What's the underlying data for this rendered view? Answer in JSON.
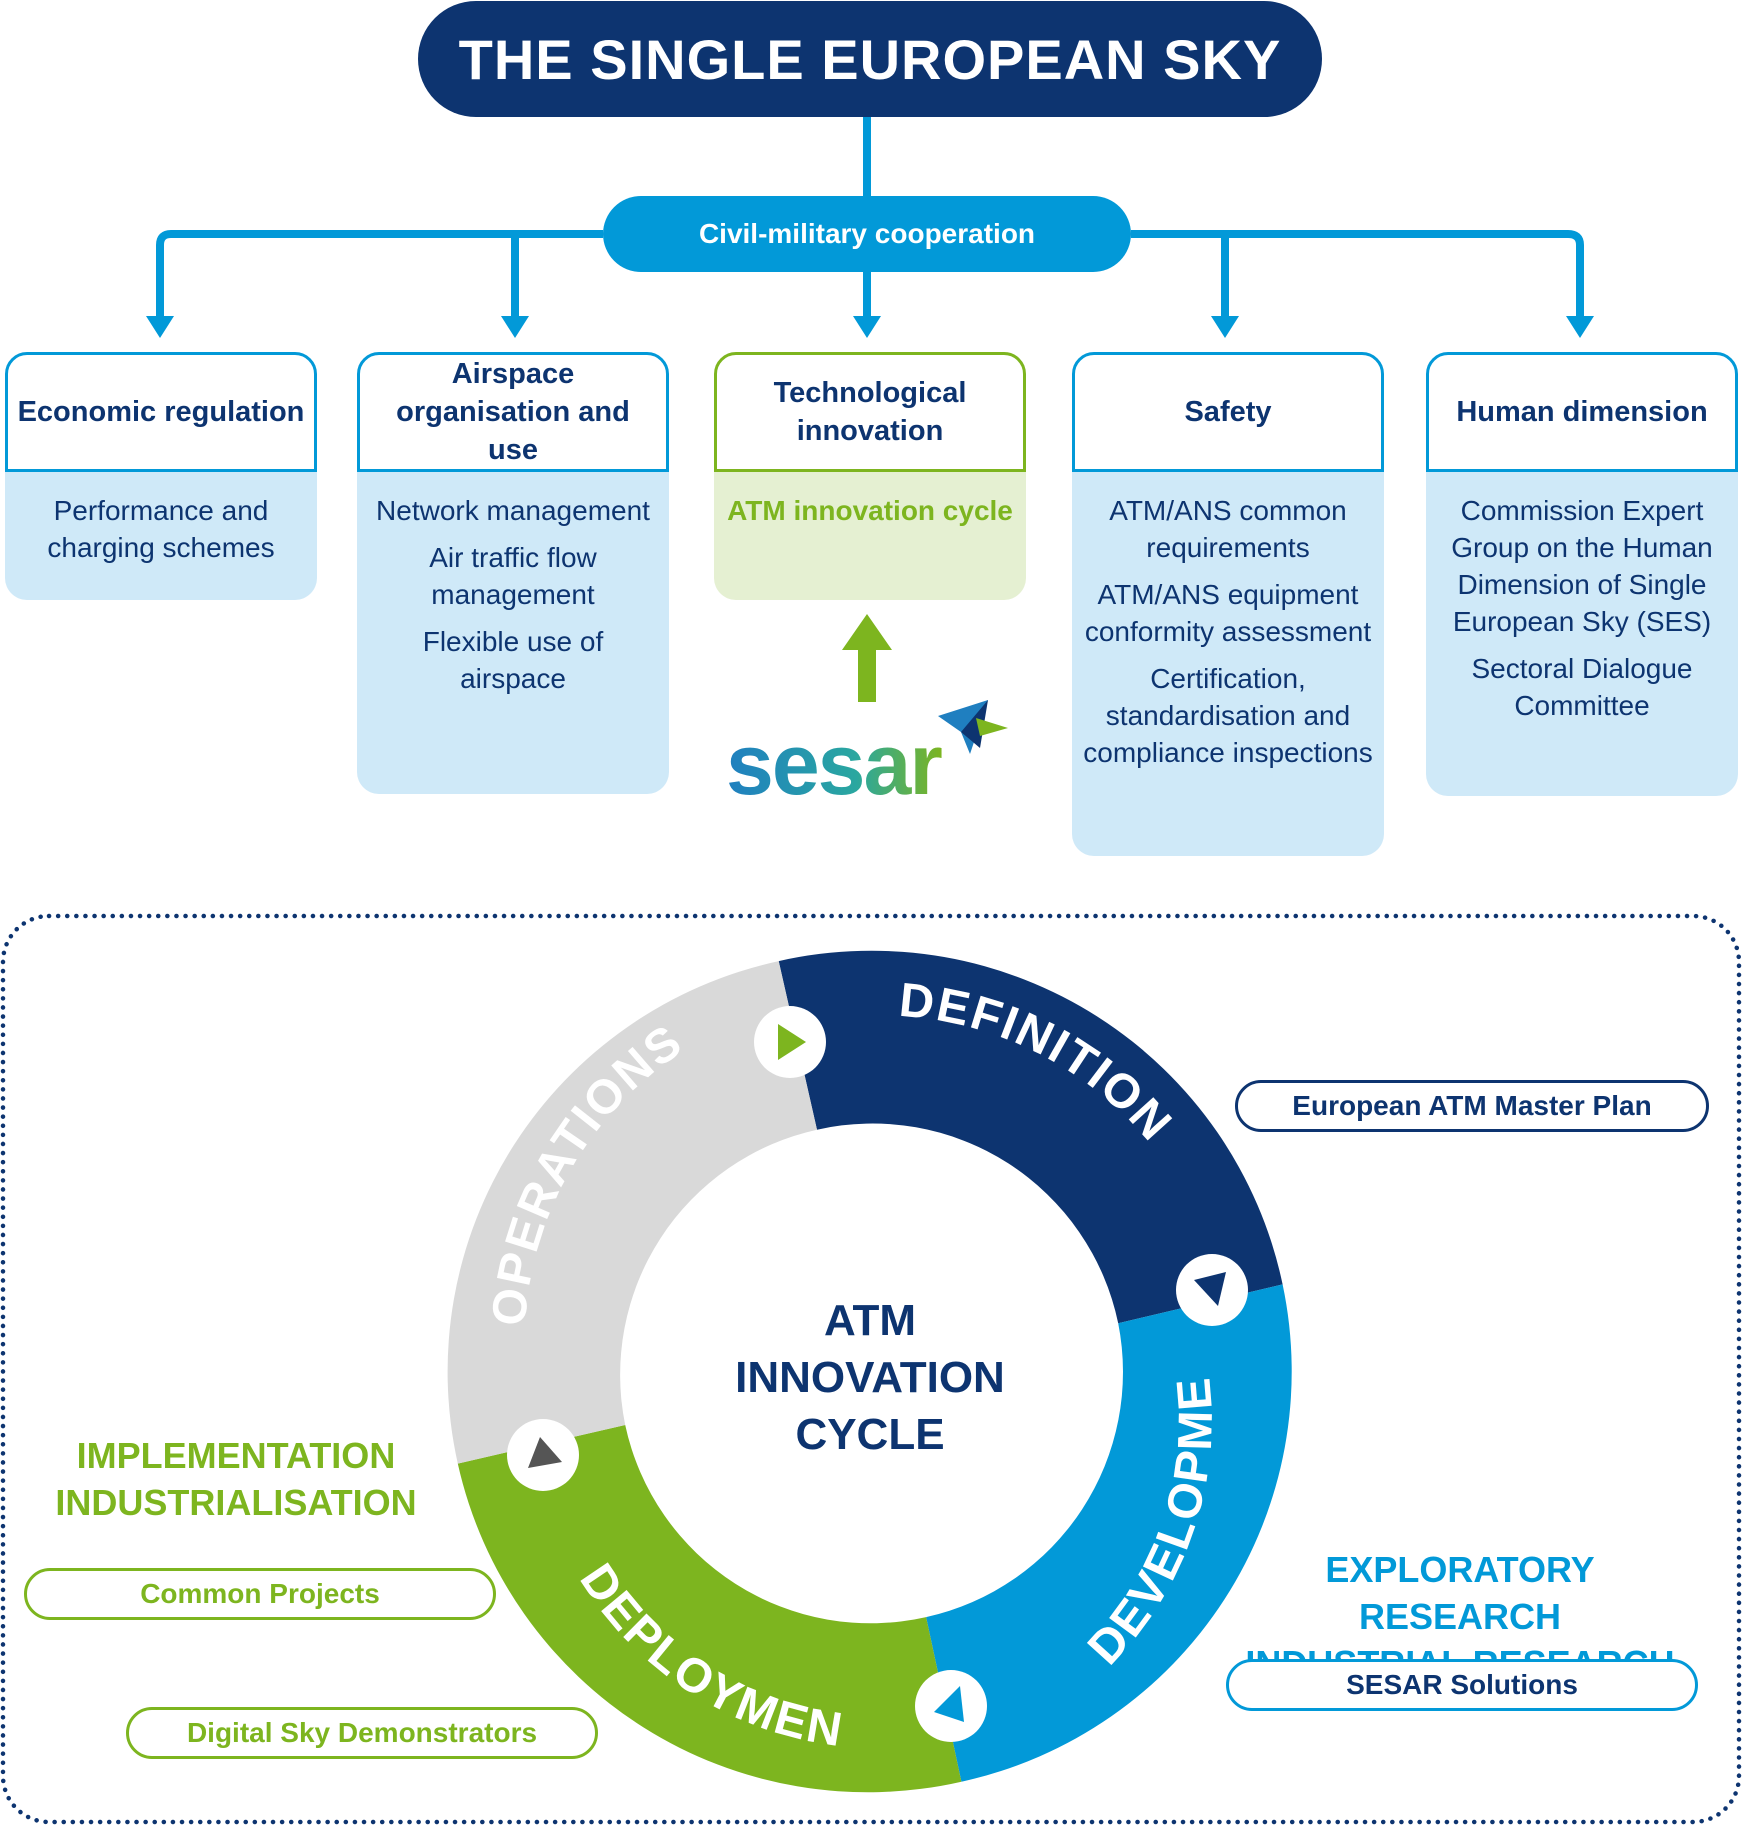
{
  "title": "THE SINGLE EUROPEAN SKY",
  "cooperation": "Civil-military cooperation",
  "pillars": [
    {
      "title": "Economic regulation",
      "items": [
        "Performance and charging schemes"
      ]
    },
    {
      "title": "Airspace organisation and use",
      "items": [
        "Network management",
        "Air traffic flow management",
        "Flexible use of airspace"
      ]
    },
    {
      "title": "Technological innovation",
      "items": [
        "ATM innovation cycle"
      ]
    },
    {
      "title": "Safety",
      "items": [
        "ATM/ANS common requirements",
        "ATM/ANS equipment conformity assessment",
        "Certification, standardisation and compliance inspections"
      ]
    },
    {
      "title": "Human dimension",
      "items": [
        "Commission Expert Group on the Human Dimension of Single European Sky (SES)",
        "Sectoral Dialogue Committee"
      ]
    }
  ],
  "logo_text": "sesar",
  "cycle": {
    "center": [
      "ATM",
      "INNOVATION",
      "CYCLE"
    ],
    "phases": [
      "DEFINITION",
      "DEVELOPMENT",
      "DEPLOYMENT",
      "OPERATIONS"
    ]
  },
  "annotations": {
    "master_plan": "European ATM Master Plan",
    "research_line1": "EXPLORATORY RESEARCH",
    "research_line2": "INDUSTRIAL RESEARCH",
    "solutions": "SESAR Solutions",
    "impl_line1": "IMPLEMENTATION",
    "impl_line2": "INDUSTRIALISATION",
    "common_projects": "Common Projects",
    "demonstrators": "Digital Sky Demonstrators"
  },
  "colors": {
    "navy": "#0d3470",
    "blue": "#0299d8",
    "green": "#7db51f",
    "grey": "#d9d9d9",
    "light_blue": "#cfe9f8",
    "light_green": "#e5f0d2"
  }
}
